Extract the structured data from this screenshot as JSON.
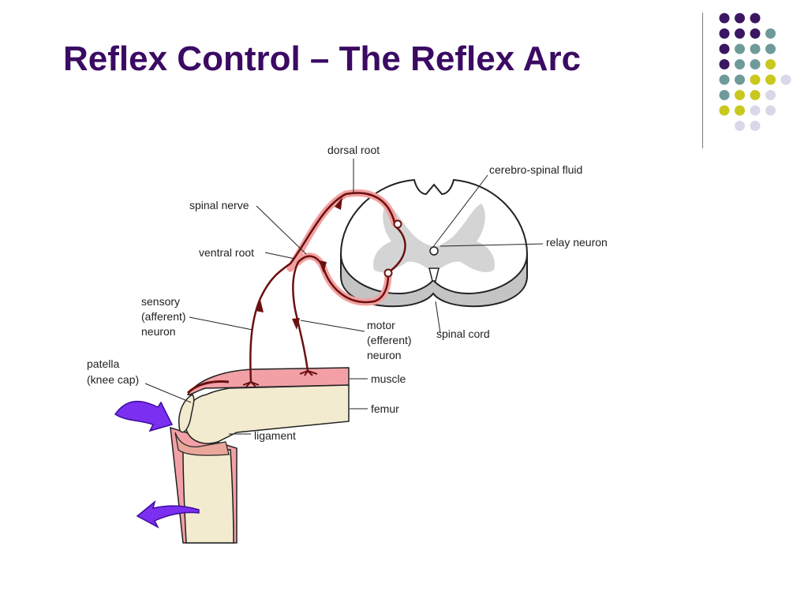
{
  "slide": {
    "title": "Reflex Control – The Reflex Arc"
  },
  "decoration": {
    "dot_colors": {
      "purple": "#3b1762",
      "teal": "#6f9a9a",
      "olive": "#c8c81e",
      "lavender": "#d8d8ea"
    },
    "dot_rows": [
      [
        "purple",
        "purple",
        "purple"
      ],
      [
        "purple",
        "purple",
        "purple",
        "teal"
      ],
      [
        "purple",
        "teal",
        "teal",
        "teal"
      ],
      [
        "purple",
        "teal",
        "teal",
        "olive"
      ],
      [
        "teal",
        "teal",
        "olive",
        "olive",
        "lavender"
      ],
      [
        "teal",
        "olive",
        "olive",
        "lavender"
      ],
      [
        "olive",
        "olive",
        "lavender",
        "lavender"
      ],
      [
        "lavender",
        "lavender"
      ]
    ]
  },
  "diagram": {
    "labels": {
      "dorsal_root": "dorsal root",
      "cerebro_spinal_fluid": "cerebro-spinal fluid",
      "spinal_nerve": "spinal nerve",
      "relay_neuron": "relay neuron",
      "ventral_root": "ventral root",
      "sensory_line1": "sensory",
      "sensory_line2": "(afferent)",
      "sensory_line3": "neuron",
      "motor_line1": "motor",
      "motor_line2": "(efferent)",
      "motor_line3": "neuron",
      "spinal_cord": "spinal cord",
      "patella_line1": "patella",
      "patella_line2": "(knee cap)",
      "muscle": "muscle",
      "femur": "femur",
      "ligament": "ligament"
    },
    "colors": {
      "nerve": "#6b1010",
      "nerve_glow": "#f2a0a0",
      "muscle": "#f2a0a6",
      "bone": "#f3ebcf",
      "grey_matter": "#d4d4d4",
      "arrow": "#7b2ff0"
    }
  }
}
